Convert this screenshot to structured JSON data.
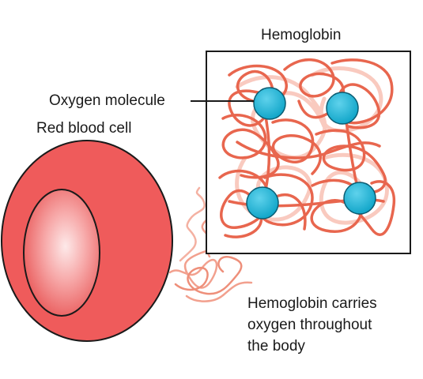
{
  "labels": {
    "hemoglobin": "Hemoglobin",
    "oxygen_molecule": "Oxygen molecule",
    "red_blood_cell": "Red blood cell"
  },
  "caption": {
    "lines": [
      "Hemoglobin carries",
      "oxygen throughout",
      "the body"
    ]
  },
  "colors": {
    "cell_fill": "#ef5b5b",
    "cell_highlight": "#fde9e9",
    "protein_strand": "#e86a50",
    "protein_strand_light": "#f7a894",
    "oxygen": "#1fb4d6",
    "outline": "#1a1a1a"
  }
}
